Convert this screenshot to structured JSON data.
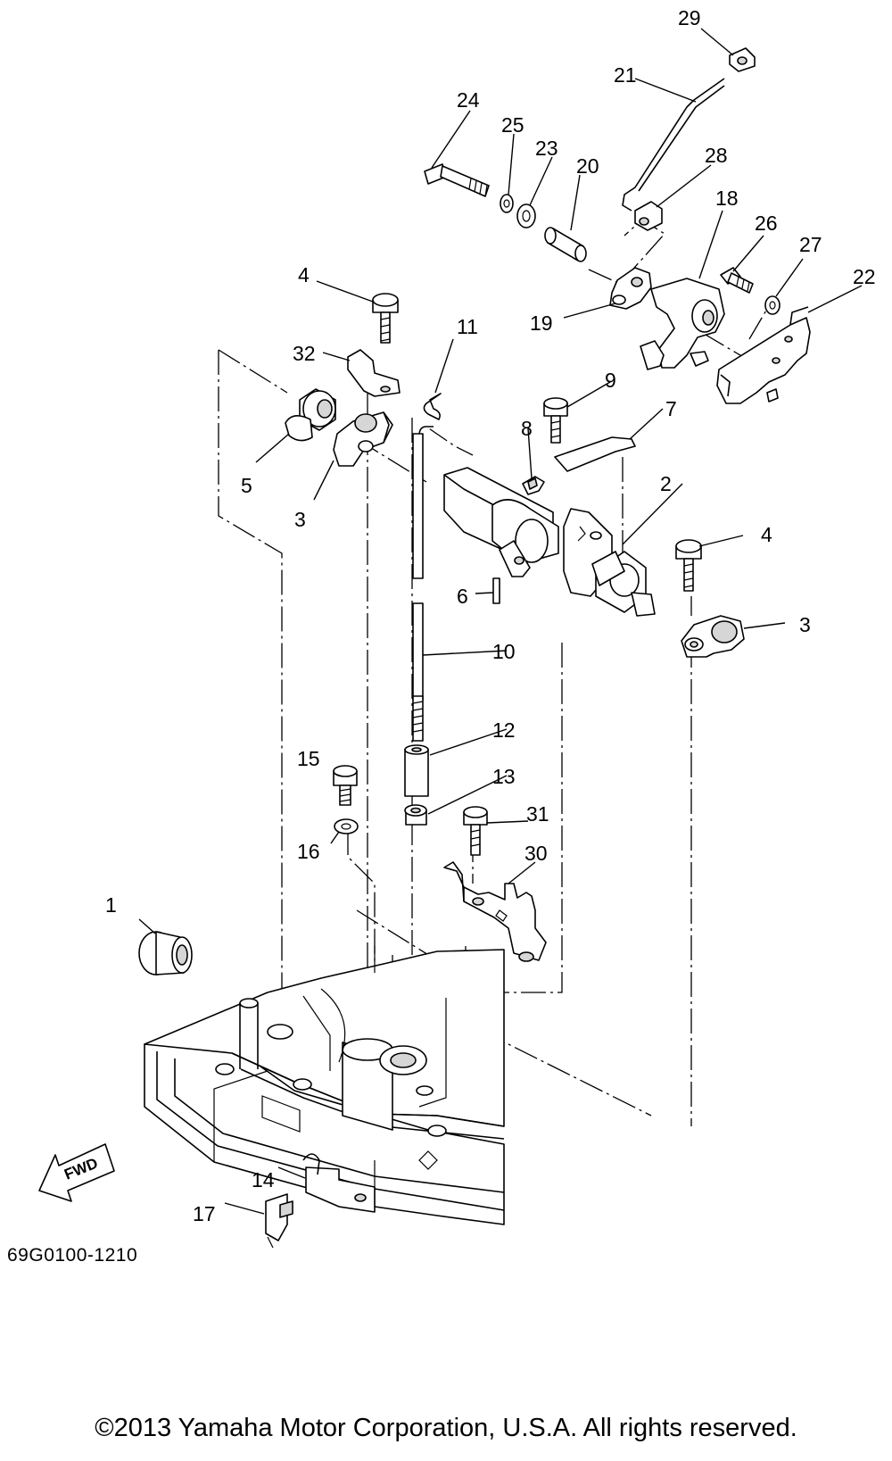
{
  "diagram": {
    "callouts": [
      "1",
      "2",
      "3",
      "3",
      "4",
      "4",
      "5",
      "6",
      "7",
      "8",
      "9",
      "10",
      "11",
      "12",
      "13",
      "14",
      "15",
      "16",
      "17",
      "18",
      "19",
      "20",
      "21",
      "22",
      "23",
      "24",
      "25",
      "26",
      "27",
      "28",
      "29",
      "30",
      "31",
      "32"
    ],
    "part_code": "69G0100-1210",
    "fwd_label": "FWD"
  },
  "footer": {
    "copyright": "©2013 Yamaha Motor Corporation, U.S.A. All rights reserved."
  }
}
